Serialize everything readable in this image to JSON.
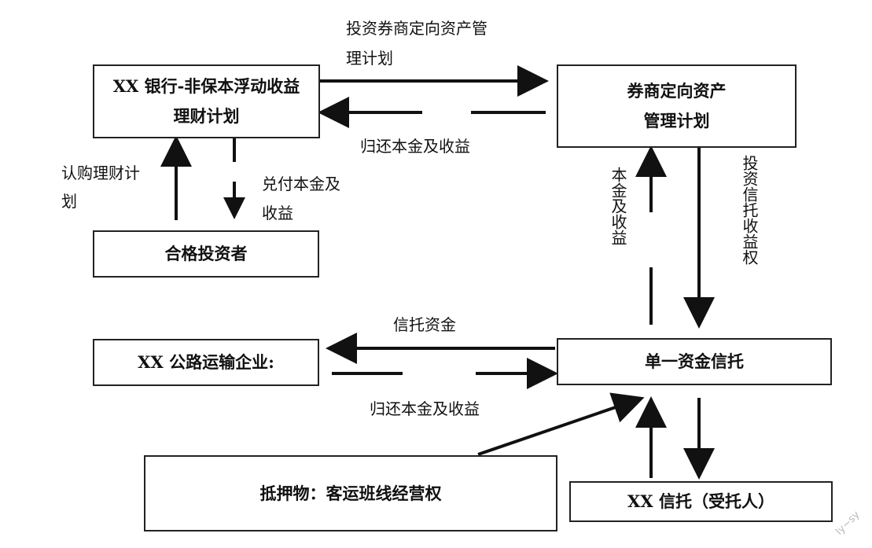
{
  "boxes": {
    "bank_plan": {
      "line1": "XX 银行-非保本浮动收益",
      "line2": "理财计划"
    },
    "broker_plan": {
      "line1": "券商定向资产",
      "line2": "管理计划"
    },
    "investors": "合格投资者",
    "highway_company": "XX 公路运输企业:",
    "single_trust": "单一资金信托",
    "collateral": "抵押物：客运班线经营权",
    "trustee": "XX 信托（受托人）"
  },
  "labels": {
    "invest_broker_plan_line1": "投资券商定向资产管",
    "invest_broker_plan_line2": "理计划",
    "return_principal_top": "归还本金及收益",
    "subscribe_line1": "认购理财计",
    "subscribe_line2": "划",
    "redeem_line1": "兑付本金及",
    "redeem_line2": "收益",
    "principal_and_income_vertical": "本金及收益",
    "invest_trust_rights_vertical": "投资信托收益权",
    "trust_funds": "信托资金",
    "return_principal_bottom": "归还本金及收益"
  },
  "watermark": "ly~sy"
}
